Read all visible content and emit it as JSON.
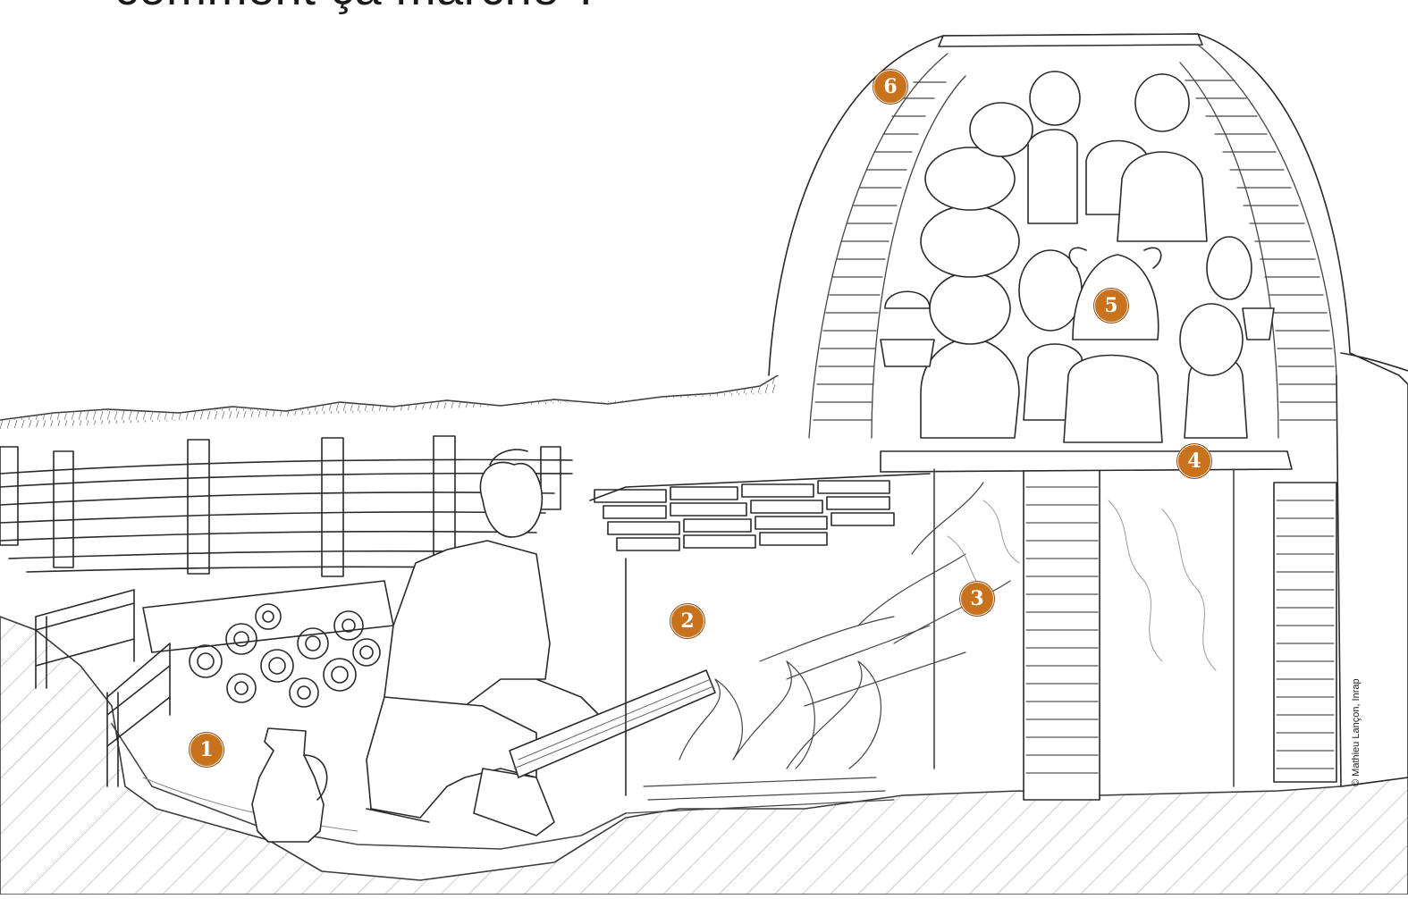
{
  "title": "comment ça marche ?",
  "credit": "© Mathieu Lançon, Inrap",
  "marker_color": "#c8721e",
  "markers": [
    {
      "label": "1",
      "part": "working-pit"
    },
    {
      "label": "2",
      "part": "stoke-hole"
    },
    {
      "label": "3",
      "part": "firebox"
    },
    {
      "label": "4",
      "part": "perforated-floor"
    },
    {
      "label": "5",
      "part": "pottery-load"
    },
    {
      "label": "6",
      "part": "kiln-dome"
    }
  ]
}
